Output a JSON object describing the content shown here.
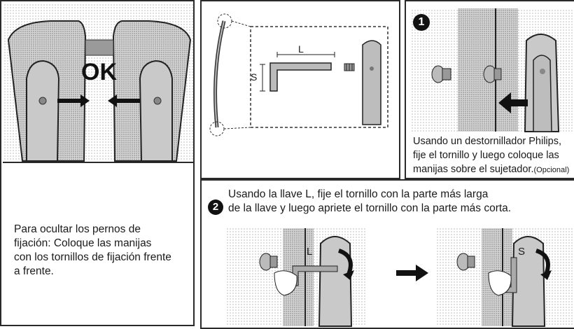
{
  "left_panel": {
    "ok_label": "OK",
    "caption_lines": [
      "Para ocultar los pernos de",
      "fijación: Coloque las manijas",
      "con los tornillos de fijación frente",
      "a frente."
    ]
  },
  "wrench_panel": {
    "long_side_label": "L",
    "short_side_label": "S"
  },
  "step1": {
    "number": "1",
    "caption_lines": [
      "Usando un destornillador Philips,",
      "fije el tornillo y luego coloque las",
      "manijas sobre el sujetador."
    ],
    "optional_note": "(Opcional)"
  },
  "step2": {
    "number": "2",
    "caption_lines": [
      "Usando la llave L, fije el tornillo con la parte más larga",
      "de la llave y luego apriete el tornillo con la parte más corta."
    ],
    "left_label": "L",
    "right_label": "S"
  }
}
